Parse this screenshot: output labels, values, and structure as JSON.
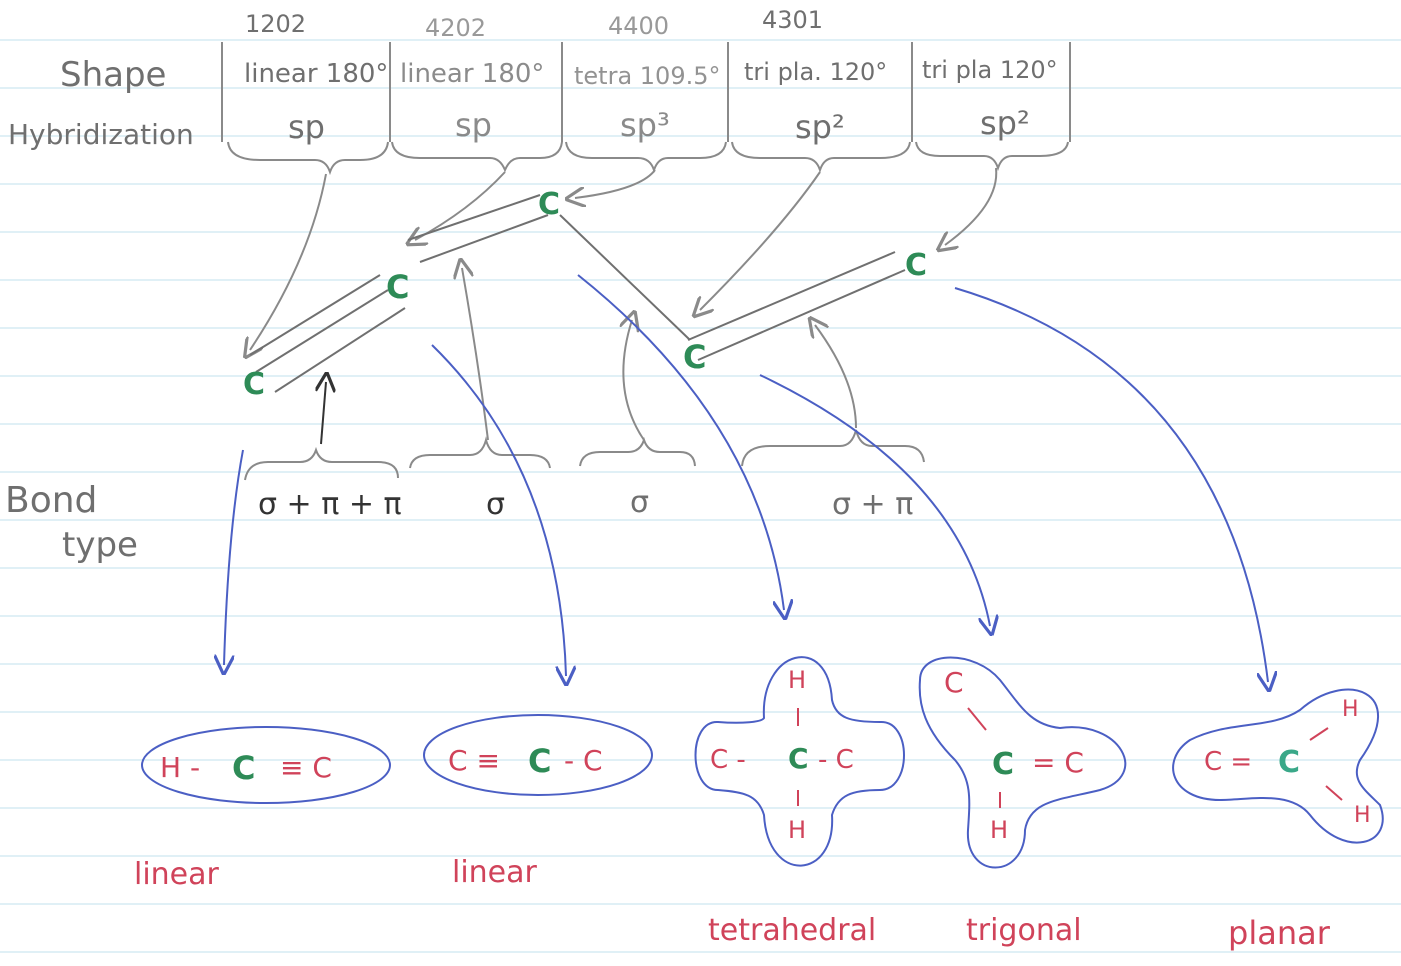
{
  "row_labels": {
    "shape": "Shape",
    "hybridization": "Hybridization",
    "bond": "Bond",
    "type": "type"
  },
  "columns": [
    {
      "code": "1202",
      "shape": "linear 180°",
      "hybrid": "sp"
    },
    {
      "code": "4202",
      "shape": "linear 180°",
      "hybrid": "sp"
    },
    {
      "code": "4400",
      "shape": "tetra 109.5°",
      "hybrid": "sp³"
    },
    {
      "code": "4301",
      "shape": "tri pla. 120°",
      "hybrid": "sp²"
    },
    {
      "code": "",
      "shape": "tri pla 120°",
      "hybrid": "sp²"
    }
  ],
  "carbon_label": "C",
  "bond_types": [
    "σ + π + π",
    "σ",
    "σ",
    "σ + π"
  ],
  "molecules": [
    {
      "left": "H -",
      "center": "C",
      "right": "≡ C"
    },
    {
      "left": "C ≡",
      "center": "C",
      "right": "- C"
    },
    {
      "top": "H",
      "left": "C -",
      "center": "C",
      "right": "- C",
      "bottom": "H"
    },
    {
      "top": "C",
      "center": "C",
      "right": "= C",
      "bottom": "H"
    },
    {
      "left": "C =",
      "center": "C",
      "upper_right": "H",
      "lower_right": "H"
    }
  ],
  "geometry_labels": [
    "linear",
    "linear",
    "tetrahedral",
    "trigonal",
    "planar"
  ],
  "colors": {
    "pencil": "#6f6f6f",
    "carbon_green": "#2e8b57",
    "molecule_red": "#d0435a",
    "arrow_blue": "#4b5fc4"
  }
}
